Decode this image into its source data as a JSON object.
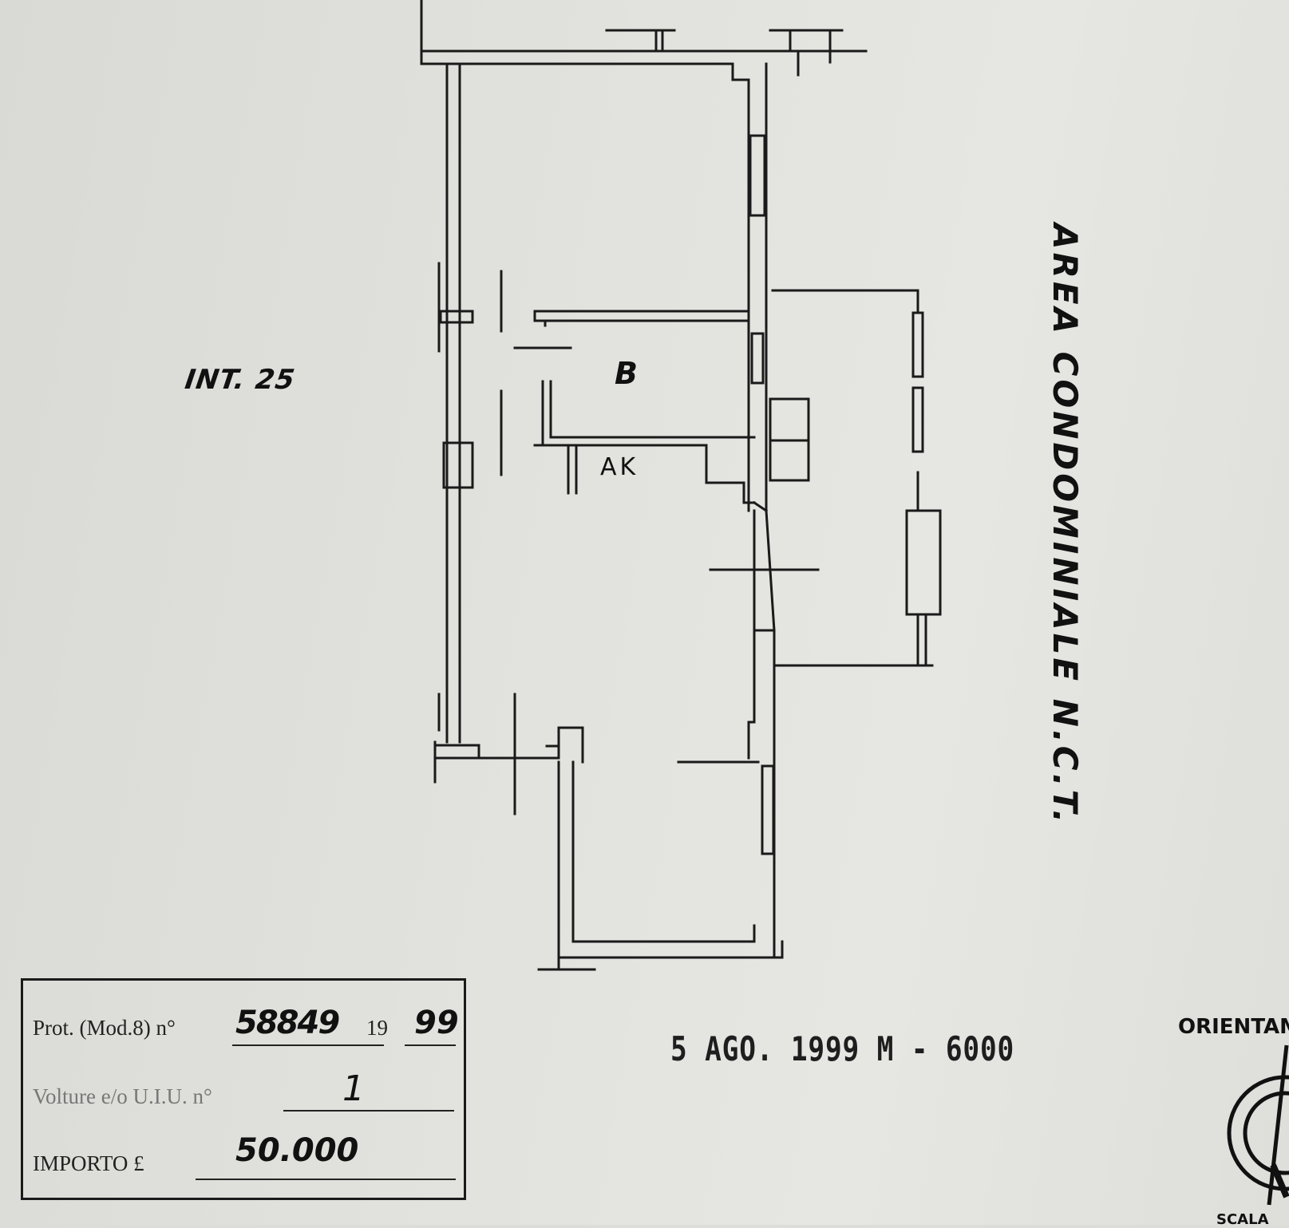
{
  "labels": {
    "unit": "INT. 25",
    "room": "B",
    "secondary_room": "AK",
    "common_area": "AREA CONDOMINIALE N.C.T."
  },
  "stamp": {
    "prot_label": "Prot. (Mod.8) n°",
    "prot_number": "58849",
    "year_prefix": "19",
    "year_suffix": "99",
    "volture_label": "Volture e/o U.I.U. n°",
    "volture_count": "1",
    "importo_label": "IMPORTO £",
    "importo_value": "50.000"
  },
  "date_stamp": "5 AGO. 1999 M - 6000",
  "orientation_label": "ORIENTAM",
  "scale_label": "SCALA"
}
